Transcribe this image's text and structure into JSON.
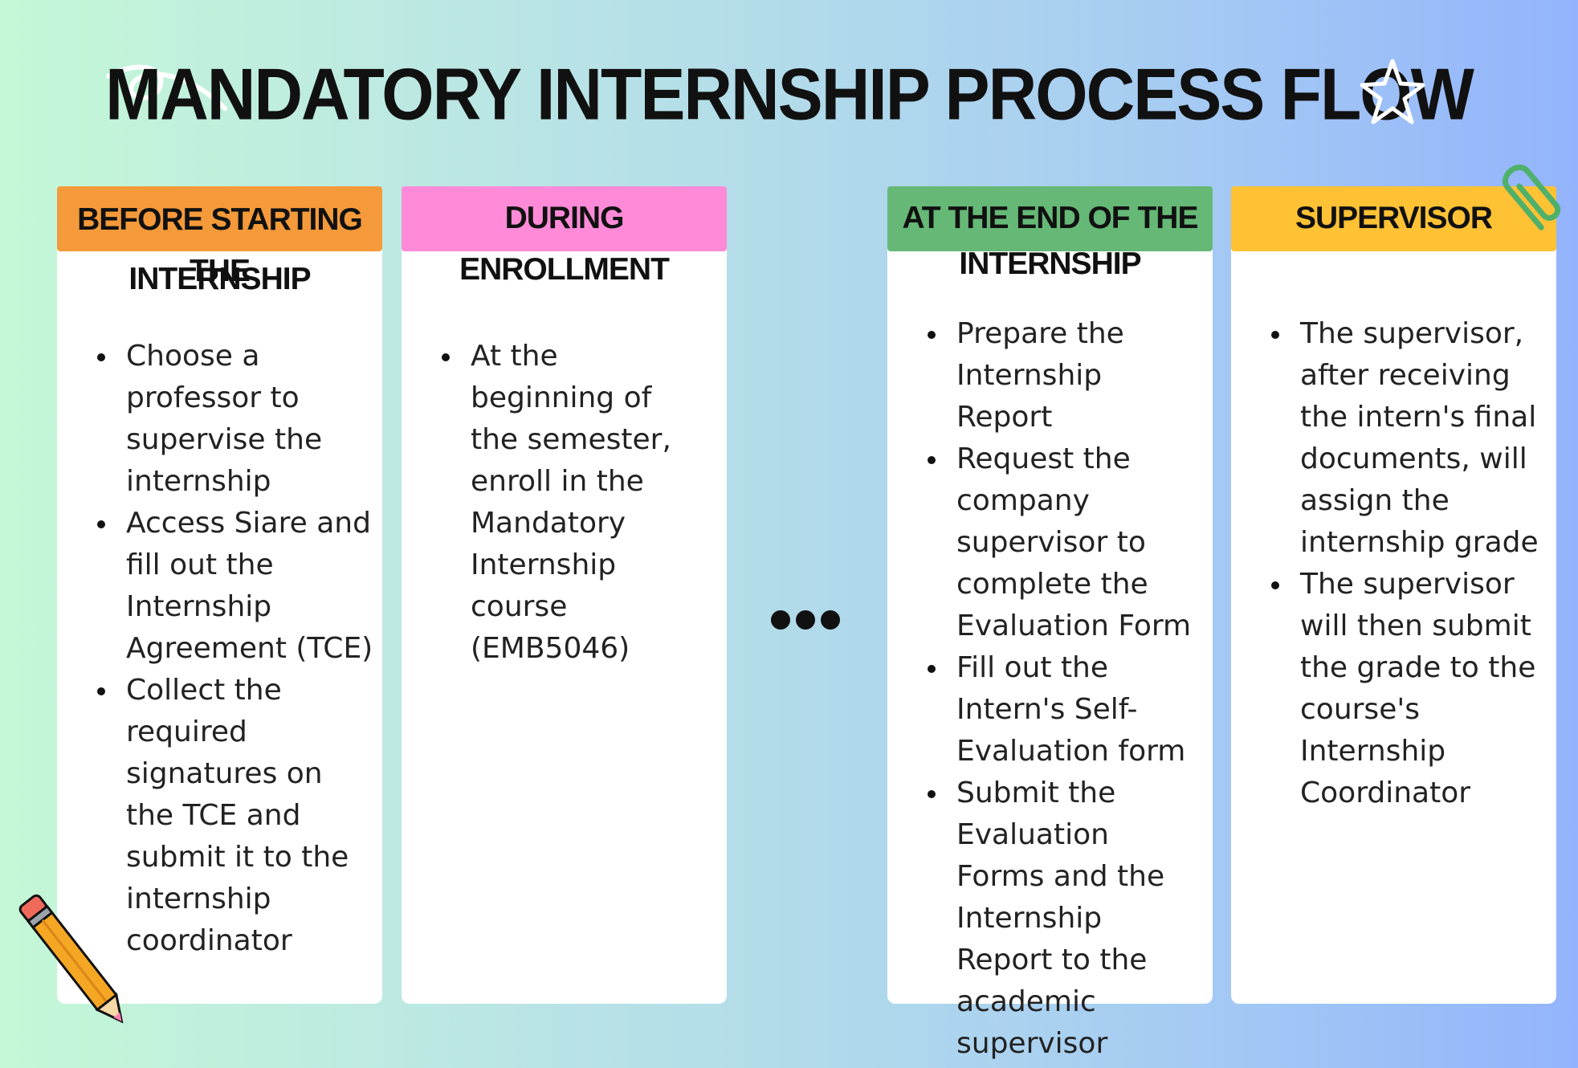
{
  "title": "MANDATORY INTERNSHIP PROCESS FLOW",
  "colors": {
    "before_header": "#f59a3a",
    "during_header": "#ff8bd8",
    "end_header": "#66b876",
    "supervisor_header": "#ffc235"
  },
  "decorations": [
    "swirl-icon",
    "star-icon",
    "paperclip-icon",
    "pencil-icon",
    "ellipsis-icon"
  ],
  "cards": [
    {
      "title_line1": "BEFORE STARTING THE",
      "title_line2": "INTERNSHIP",
      "items": [
        "Choose a professor to supervise the internship",
        "Access Siare and fill out the Internship Agreement (TCE)",
        "Collect the required signatures on the TCE and submit it to the internship coordinator"
      ]
    },
    {
      "title_line1": "DURING ENROLLMENT",
      "items": [
        "At the beginning of the semester, enroll in the Mandatory Internship course (EMB5046)"
      ]
    },
    {
      "title_line1": "AT THE END OF THE",
      "title_line2": "INTERNSHIP",
      "items": [
        "Prepare the Internship Report",
        "Request the company supervisor to complete the Evaluation Form",
        "Fill out the Intern's Self-Evaluation form",
        "Submit the Evaluation Forms and the Internship Report to the academic supervisor"
      ]
    },
    {
      "title_line1": "SUPERVISOR",
      "items": [
        "The supervisor, after receiving the intern's final documents, will assign the internship grade",
        "The supervisor will then submit the grade to the course's Internship Coordinator"
      ]
    }
  ]
}
